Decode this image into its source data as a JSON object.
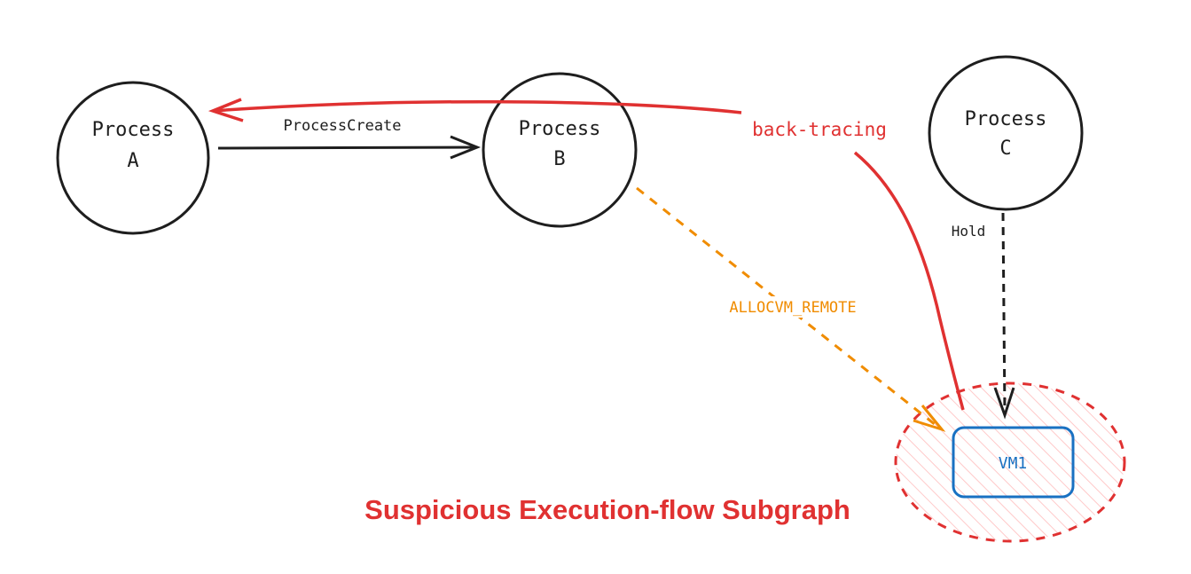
{
  "nodes": {
    "a": {
      "line1": "Process",
      "line2": "A"
    },
    "b": {
      "line1": "Process",
      "line2": "B"
    },
    "c": {
      "line1": "Process",
      "line2": "C"
    },
    "vm": {
      "label": "VM1"
    }
  },
  "edges": {
    "process_create": "ProcessCreate",
    "back_tracing": "back-tracing",
    "hold": "Hold",
    "allocvm": "ALLOCVM_REMOTE"
  },
  "subgraph_title": "Suspicious Execution-flow Subgraph",
  "colors": {
    "red": "#e03131",
    "orange": "#f08c00",
    "blue": "#1971c2",
    "black": "#1e1e1e",
    "hatch": "#ffc9c9"
  }
}
